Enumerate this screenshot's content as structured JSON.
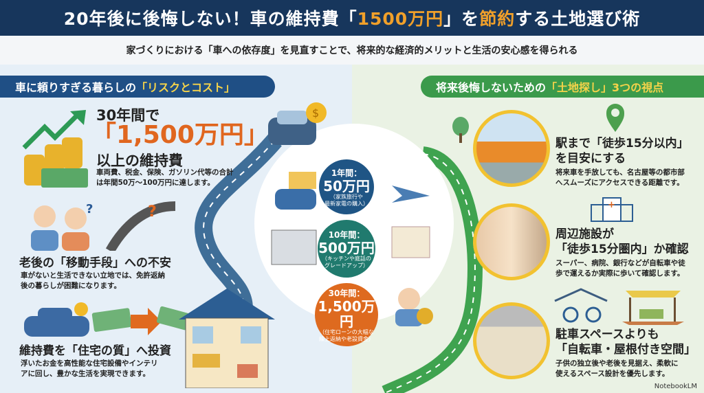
{
  "header": {
    "title_a": "20年後に後悔しない！車の維持費「",
    "title_b": "1500万円",
    "title_c": "」を",
    "title_d": "節約",
    "title_e": "する土地選び術"
  },
  "subtitle": "家づくりにおける「車への依存度」を見直すことで、将来的な経済的メリットと生活の安心感を得られる",
  "left": {
    "pill_a": "車に頼りすぎる暮らしの",
    "pill_b": "「リスクとコスト」",
    "cost": {
      "line1": "30年間で",
      "amount": "「1,500万円」",
      "line3": "以上の維持費",
      "desc": [
        "車両費、税金、保険、ガソリン代等の合計",
        "は年間50万～100万円に達します。"
      ]
    },
    "mobility": {
      "title": "老後の「移動手段」への不安",
      "desc": [
        "車がないと生活できない立地では、免許返納",
        "後の暮らしが困難になります。"
      ]
    },
    "invest": {
      "title": "維持費を「住宅の質」へ投資",
      "desc": [
        "浮いたお金を高性能な住宅設備やインテリ",
        "アに回し、豊かな生活を実現できます。"
      ]
    }
  },
  "center": {
    "bubbles": [
      {
        "period": "1年間：",
        "amount": "50万円",
        "note": [
          "（家族旅行や",
          "最新家電の購入）"
        ],
        "color": "#1f5585"
      },
      {
        "period": "10年間：",
        "amount": "500万円",
        "note": [
          "（キッチンや庭話の",
          "グレードアップ）"
        ],
        "color": "#207a6e"
      },
      {
        "period": "30年間：",
        "amount": "1,500万円",
        "note": [
          "（住宅ローンの大幅な",
          "繰上返納や老設資金）"
        ],
        "color": "#de6a1f"
      }
    ]
  },
  "right": {
    "pill_a": "将来後悔しないための",
    "pill_b": "「土地探し」3つの視点",
    "items": [
      {
        "title": [
          "駅まで「徒歩15分以内」",
          "を目安にする"
        ],
        "desc": [
          "将来車を手放しても、名古屋等の都市部",
          "へスムーズにアクセスできる距離です。"
        ]
      },
      {
        "title": [
          "周辺施設が",
          "「徒歩15分圏内」か確認"
        ],
        "desc": [
          "スーパー、病院、銀行などが自転車や徒",
          "歩で運えるか実際に歩いて確認します。"
        ]
      },
      {
        "title": [
          "駐車スペースよりも",
          "「自転車・屋根付き空間」"
        ],
        "desc": [
          "子供の独立後や老後を見据え、柔軟に",
          "使えるスペース設計を優先します。"
        ]
      }
    ]
  },
  "logo": "NotebookLM"
}
